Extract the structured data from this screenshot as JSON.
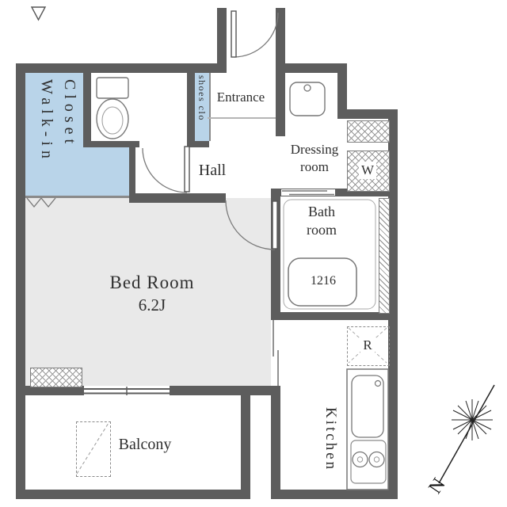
{
  "plan_title": "apartment-floor-plan",
  "rooms": {
    "walk_in_closet": {
      "line1": "Walk-in",
      "line2": "Closet"
    },
    "shoes_closet": {
      "label": "shoes clo"
    },
    "entrance": {
      "label": "Entrance"
    },
    "hall": {
      "label": "Hall"
    },
    "dressing_room": {
      "line1": "Dressing",
      "line2": "room"
    },
    "bath_room": {
      "line1": "Bath",
      "line2": "room",
      "tub_label": "1216"
    },
    "bed_room": {
      "line1": "Bed Room",
      "line2": "6.2J"
    },
    "balcony": {
      "label": "Balcony"
    },
    "kitchen": {
      "label": "Kitchen"
    },
    "washer_space": {
      "label": "W"
    },
    "refrigerator_space": {
      "label": "R"
    }
  },
  "compass": {
    "north_label": "N"
  },
  "colors": {
    "wall": "#5d5d5d",
    "closet_fill": "#b9d4e9",
    "bedroom_fill": "#e9e9e9",
    "line": "#777777",
    "text": "#2f2f2f"
  }
}
